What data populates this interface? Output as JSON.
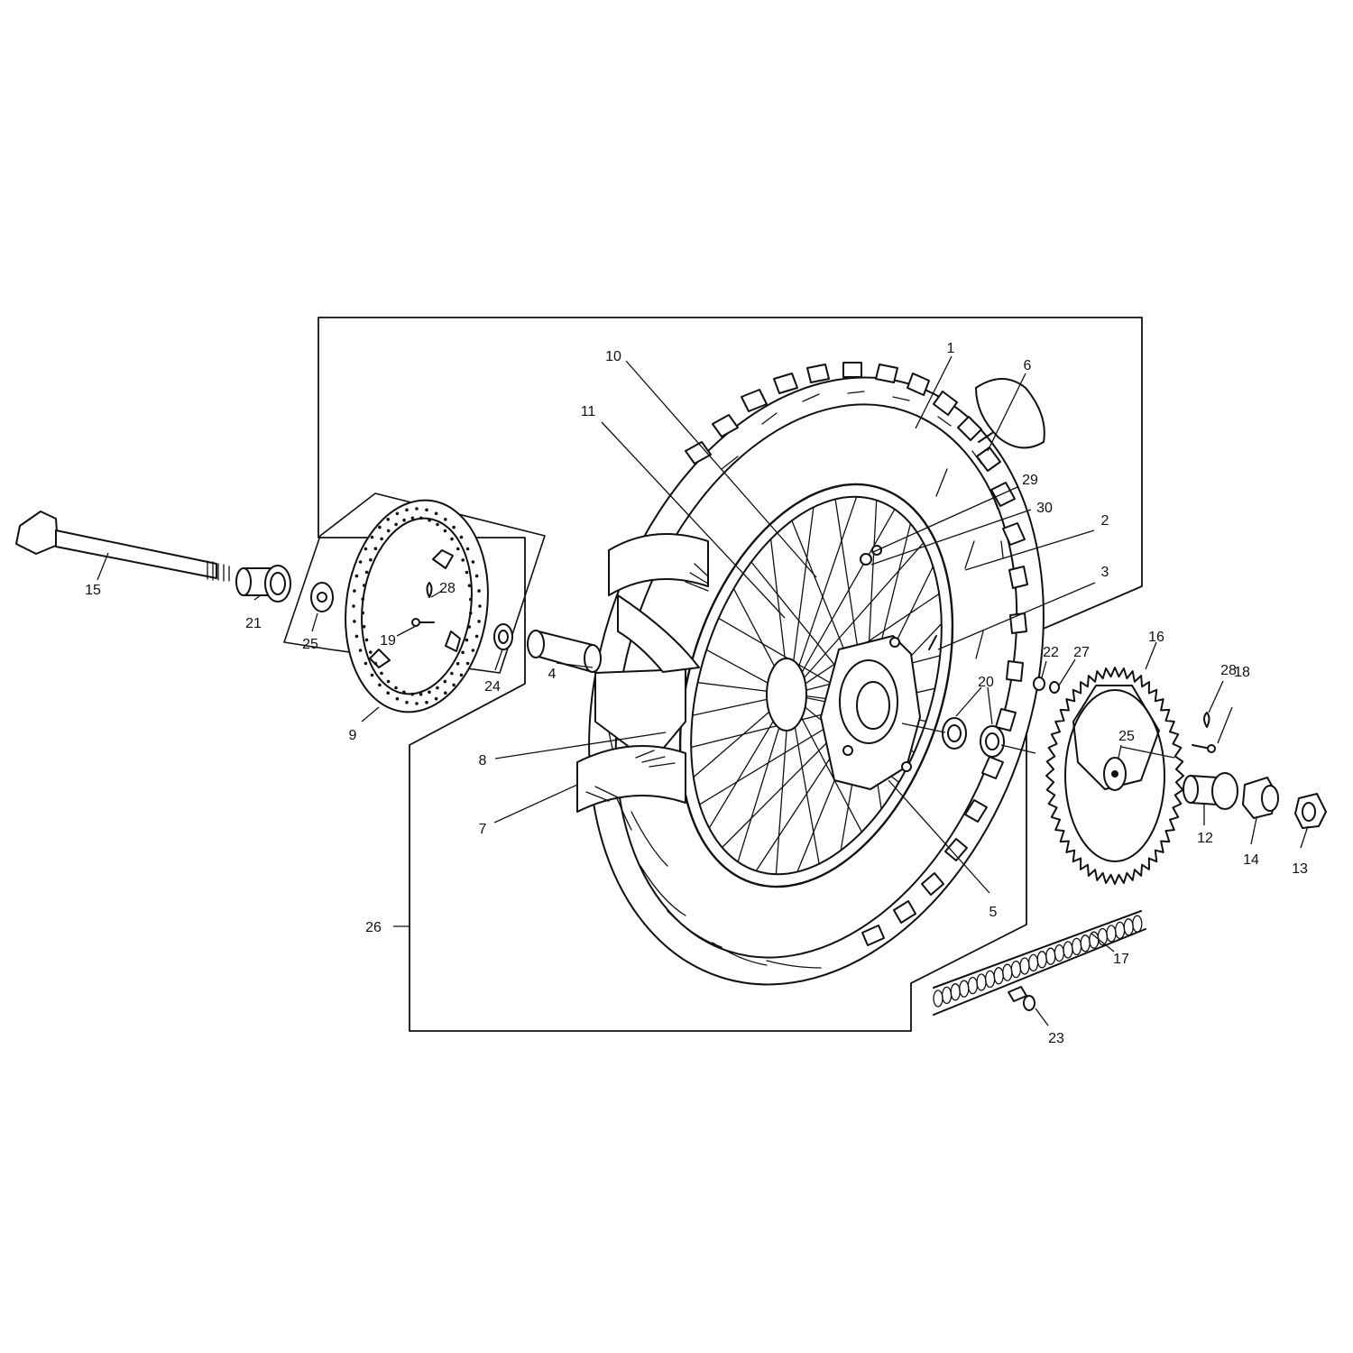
{
  "callouts": {
    "c1": "1",
    "c2": "2",
    "c3": "3",
    "c4": "4",
    "c5": "5",
    "c6": "6",
    "c7": "7",
    "c8": "8",
    "c9": "9",
    "c10": "10",
    "c11": "11",
    "c12": "12",
    "c13": "13",
    "c14": "14",
    "c15": "15",
    "c16": "16",
    "c17": "17",
    "c18": "18",
    "c19": "19",
    "c20": "20",
    "c21": "21",
    "c22": "22",
    "c23": "23",
    "c24": "24",
    "c25a": "25",
    "c25b": "25",
    "c26": "26",
    "c27": "27",
    "c28a": "28",
    "c28b": "28",
    "c29": "29",
    "c30": "30"
  }
}
